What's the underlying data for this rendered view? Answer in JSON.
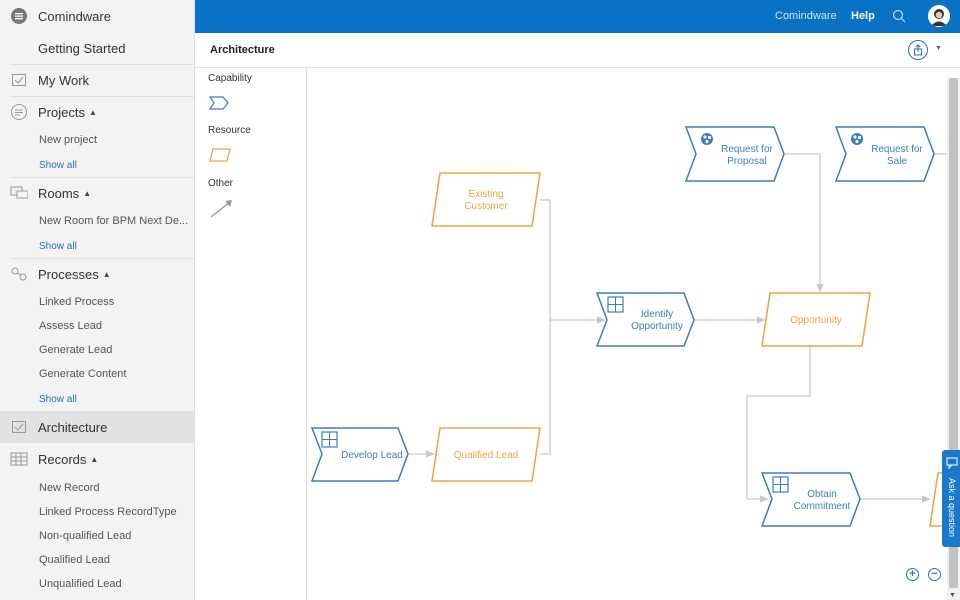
{
  "app": {
    "name": "Comindware"
  },
  "sidebar": {
    "getting_started": "Getting Started",
    "my_work": "My Work",
    "projects": {
      "label": "Projects",
      "items": [
        "New project"
      ],
      "show_all": "Show all"
    },
    "rooms": {
      "label": "Rooms",
      "items": [
        "New Room for BPM Next De..."
      ],
      "show_all": "Show all"
    },
    "processes": {
      "label": "Processes",
      "items": [
        "Linked Process",
        "Assess Lead",
        "Generate Lead",
        "Generate Content"
      ],
      "show_all": "Show all"
    },
    "architecture": "Architecture",
    "records": {
      "label": "Records",
      "items": [
        "New Record",
        "Linked Process RecordType",
        "Non-qualified Lead",
        "Qualified Lead",
        "Unqualified Lead"
      ]
    }
  },
  "topbar": {
    "brand": "Comindware",
    "help": "Help"
  },
  "page": {
    "title": "Architecture"
  },
  "palette": {
    "capability": "Capability",
    "resource": "Resource",
    "other": "Other"
  },
  "diagram": {
    "request_for_proposal": "Request for Proposal",
    "request_for_sale": "Request for Sale",
    "existing_customer": "Existing Customer",
    "identify_opportunity": "Identify Opportunity",
    "opportunity": "Opportunity",
    "develop_lead": "Develop Lead",
    "qualified_lead": "Qualified Lead",
    "obtain_commitment": "Obtain Commitment"
  },
  "ask": "Ask a question",
  "colors": {
    "brand_blue": "#0a72c4",
    "capability_blue": "#3b7dc4",
    "resource_orange": "#f0a243"
  }
}
